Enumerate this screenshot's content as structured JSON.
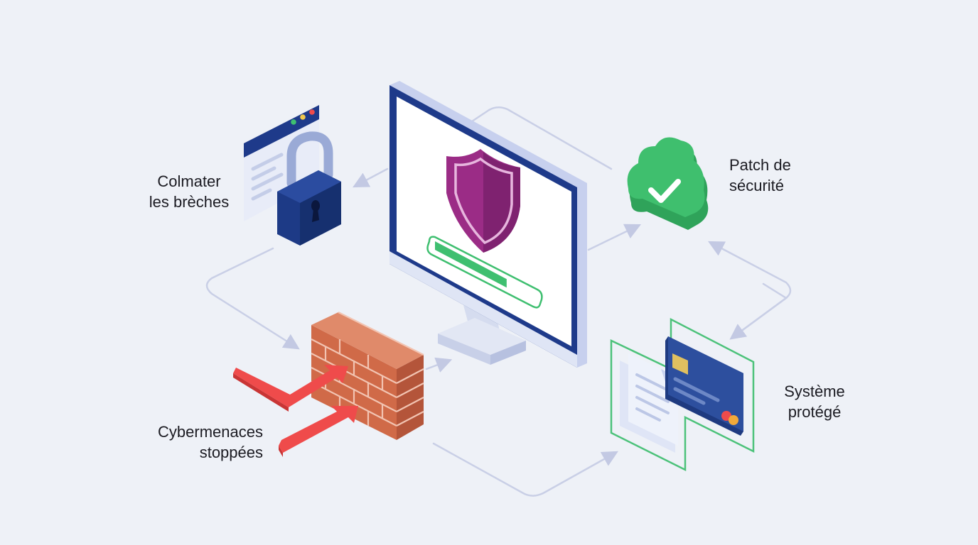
{
  "labels": {
    "breaches": {
      "line1": "Colmater",
      "line2": "les brèches"
    },
    "patch": {
      "line1": "Patch de",
      "line2": "sécurité"
    },
    "protected": {
      "line1": "Système",
      "line2": "protégé"
    },
    "threats": {
      "line1": "Cybermenaces",
      "line2": "stoppées"
    }
  },
  "progress": {
    "fraction": 0.72
  },
  "colors": {
    "background": "#eef1f7",
    "connector": "#c3c9e3",
    "monitor_frame": "#1e3a8a",
    "shield": "#9b2c86",
    "progress": "#3fbf70",
    "padlock": "#1f3f8f",
    "cloud": "#3cbf6c",
    "wall": "#d06a48",
    "threat_arrow": "#ef4b4b",
    "card": "#2d4f9e",
    "outline_green": "#4cc27a"
  },
  "icons": [
    "monitor-icon",
    "shield-icon",
    "padlock-icon",
    "browser-window-icon",
    "cloud-check-icon",
    "brick-wall-icon",
    "threat-arrow-icon",
    "document-icon",
    "credit-card-icon"
  ]
}
